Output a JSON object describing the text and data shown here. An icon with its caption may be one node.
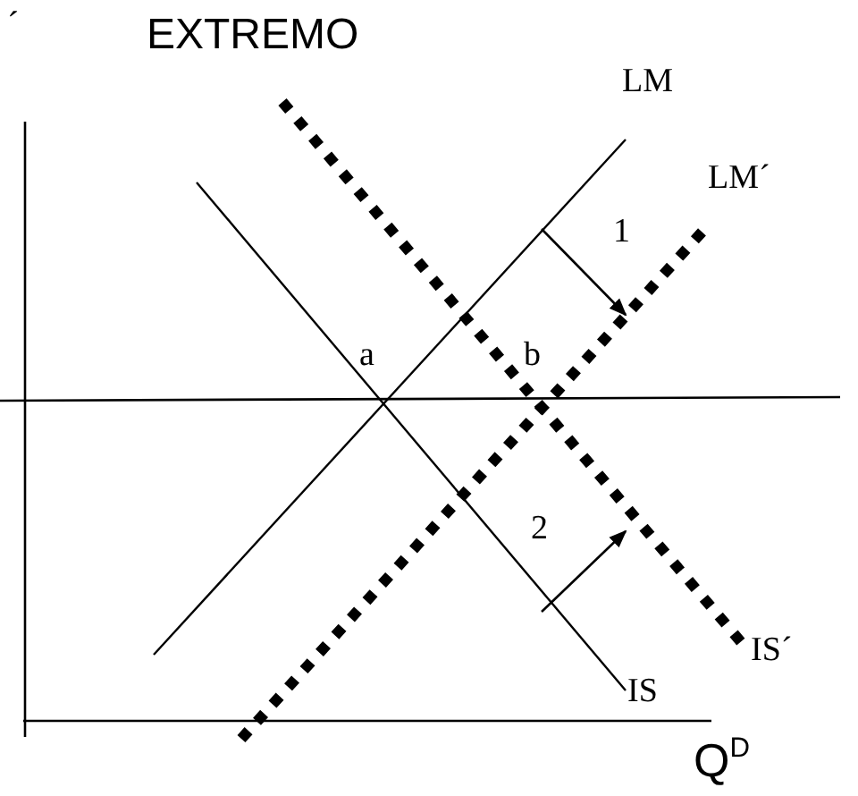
{
  "diagram": {
    "labels": [
      "´",
      "EXTREMO",
      "LM",
      "LM´",
      "1",
      "a",
      "b",
      "2",
      "IS´",
      "IS",
      "Q$^{D}$"
    ]
  }
}
